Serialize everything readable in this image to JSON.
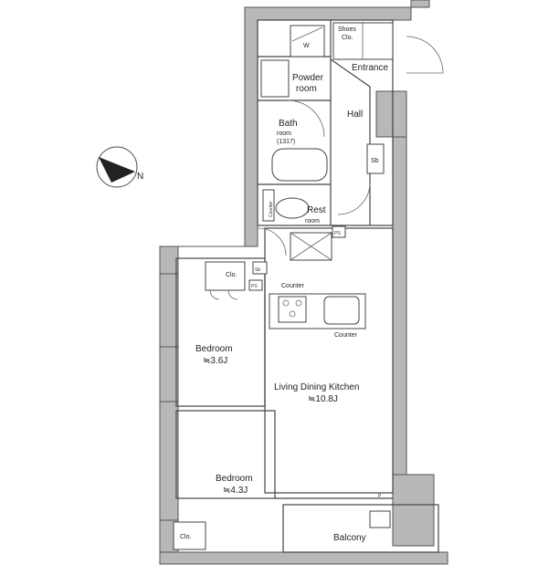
{
  "plan": {
    "compass": {
      "label": "N"
    },
    "rooms": {
      "w": "W",
      "shoes_clo_1": "Shoes",
      "shoes_clo_2": "Clo.",
      "entrance": "Entrance",
      "powder_1": "Powder",
      "powder_2": "room",
      "hall": "Hall",
      "bath_1": "Bath",
      "bath_2": "room",
      "bath_3": "(1317)",
      "sb_hall": "Sb",
      "counter_rest": "Counter",
      "rest_1": "Rest",
      "rest_2": "room",
      "ps_1": "PS",
      "clo_bed1": "Clo.",
      "sb_bed1": "Sb",
      "ps_2": "PS",
      "counter_1": "Counter",
      "counter_2": "Counter",
      "bedroom1": "Bedroom",
      "bedroom1_size": "≒3.6J",
      "ldk": "Living Dining Kitchen",
      "ldk_size": "≒10.8J",
      "bedroom2": "Bedroom",
      "bedroom2_size": "≒4.3J",
      "p": "P",
      "balcony": "Balcony",
      "clo_bed2": "Clo."
    }
  }
}
